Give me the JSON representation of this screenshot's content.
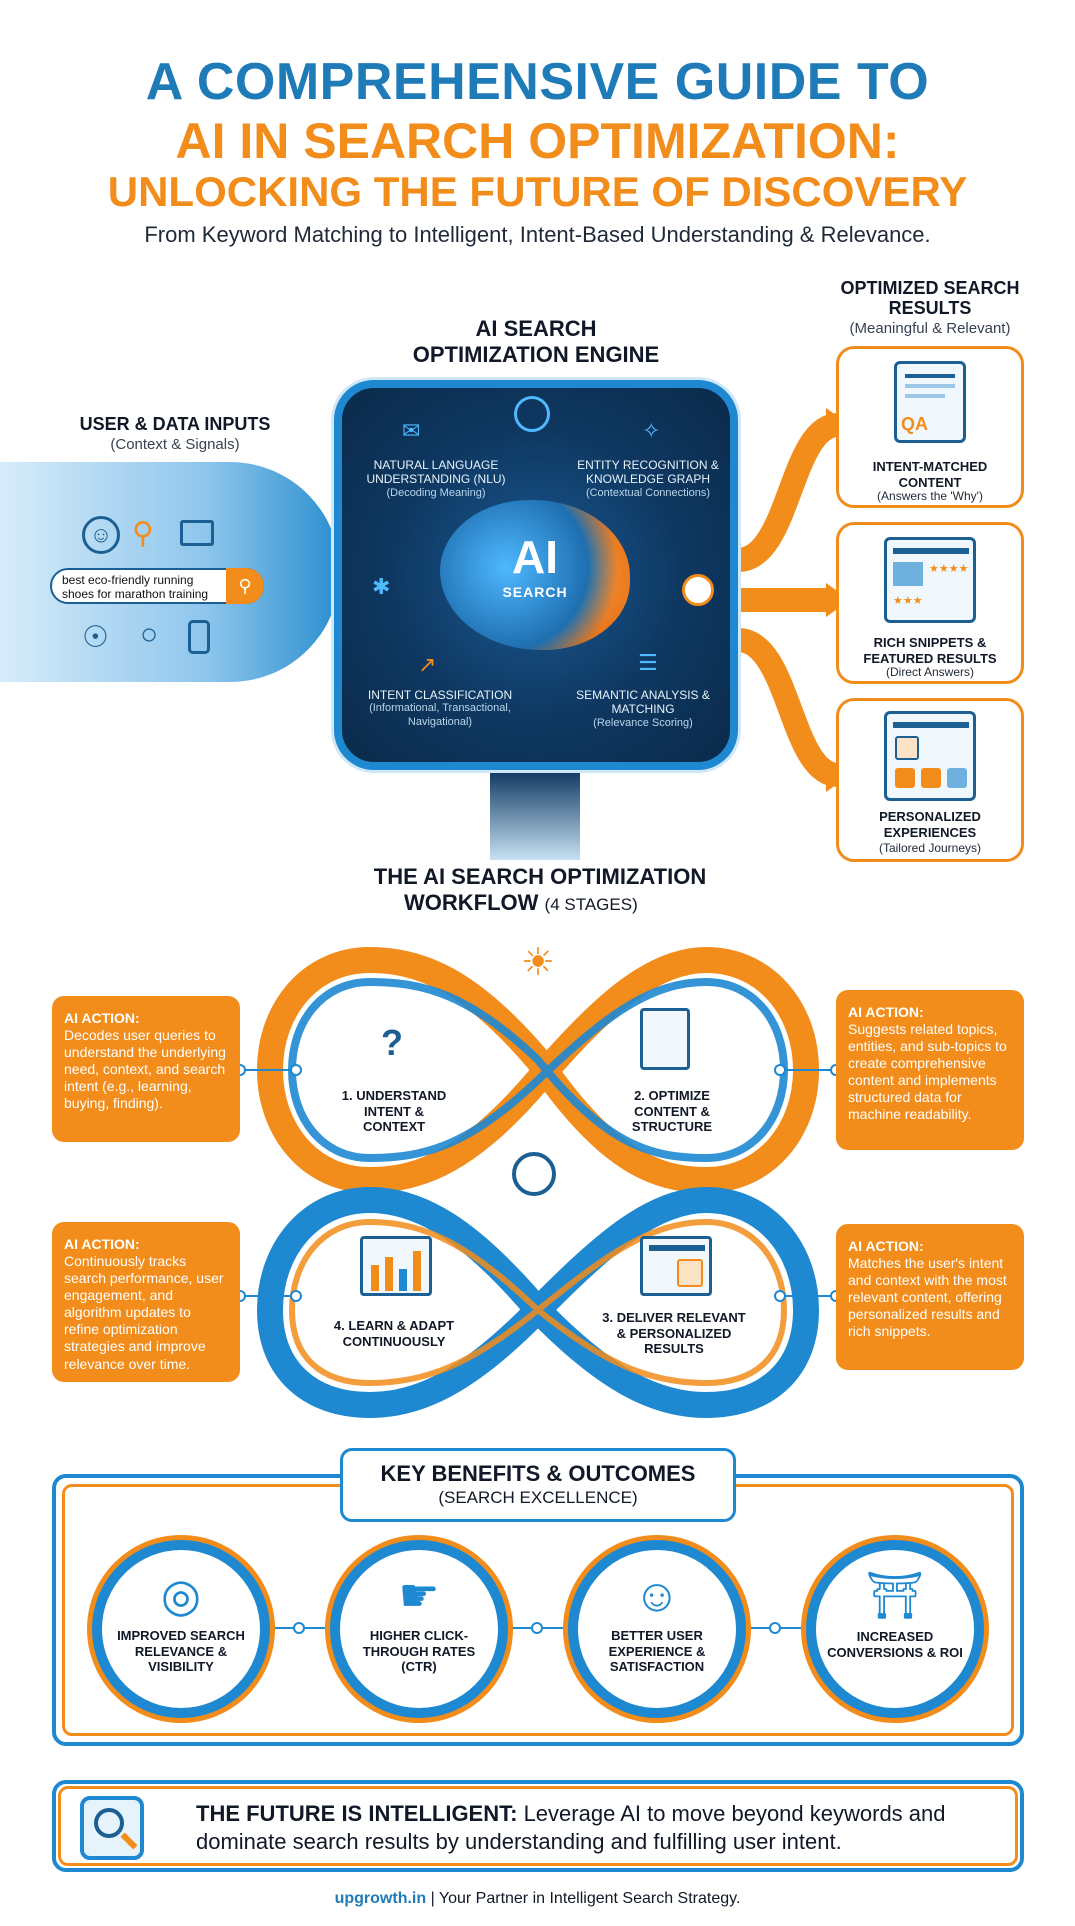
{
  "header": {
    "title_line1": "A COMPREHENSIVE GUIDE TO",
    "title_line2": "AI IN SEARCH OPTIMIZATION:",
    "title_line3": "UNLOCKING THE FUTURE OF DISCOVERY",
    "subtitle": "From Keyword Matching to Intelligent, Intent-Based Understanding & Relevance."
  },
  "inputs": {
    "title": "USER & DATA INPUTS",
    "subtitle": "(Context & Signals)",
    "search_query": "best eco-friendly running shoes for marathon training"
  },
  "engine": {
    "title_line1": "AI SEARCH",
    "title_line2": "OPTIMIZATION ENGINE",
    "ai_label": "AI",
    "ai_sub": "SEARCH",
    "nlu_title": "NATURAL LANGUAGE UNDERSTANDING (NLU)",
    "nlu_sub": "(Decoding Meaning)",
    "entity_title": "ENTITY RECOGNITION & KNOWLEDGE GRAPH",
    "entity_sub": "(Contextual Connections)",
    "intent_title": "INTENT CLASSIFICATION",
    "intent_sub": "(Informational, Transactional, Navigational)",
    "semantic_title": "SEMANTIC ANALYSIS & MATCHING",
    "semantic_sub": "(Relevance Scoring)"
  },
  "outputs": {
    "title_line1": "OPTIMIZED SEARCH",
    "title_line2": "RESULTS",
    "subtitle": "(Meaningful & Relevant)",
    "cards": [
      {
        "title": "INTENT-MATCHED CONTENT",
        "sub": "(Answers the 'Why')",
        "qa": "QA"
      },
      {
        "title": "RICH SNIPPETS & FEATURED RESULTS",
        "sub": "(Direct Answers)"
      },
      {
        "title": "PERSONALIZED EXPERIENCES",
        "sub": "(Tailored Journeys)"
      }
    ]
  },
  "workflow": {
    "title_line1": "THE AI SEARCH OPTIMIZATION",
    "title_line2": "WORKFLOW",
    "title_note": "(4 STAGES)",
    "stages": [
      {
        "label": "1. UNDERSTAND INTENT & CONTEXT",
        "action_head": "AI ACTION:",
        "action": "Decodes user queries to understand the underlying need, context, and search intent (e.g., learning, buying, finding)."
      },
      {
        "label": "2. OPTIMIZE CONTENT & STRUCTURE",
        "action_head": "AI ACTION:",
        "action": "Suggests related topics, entities, and sub-topics to create comprehensive content and implements structured data for machine readability."
      },
      {
        "label": "3. DELIVER RELEVANT & PERSONALIZED RESULTS",
        "action_head": "AI ACTION:",
        "action": "Matches the user's intent and context with the most relevant content, offering personalized results and rich snippets."
      },
      {
        "label": "4. LEARN & ADAPT CONTINUOUSLY",
        "action_head": "AI ACTION:",
        "action": "Continuously tracks search performance, user engagement, and algorithm updates to refine optimization strategies and improve relevance over time."
      }
    ]
  },
  "benefits": {
    "title": "KEY BENEFITS & OUTCOMES",
    "subtitle": "(SEARCH EXCELLENCE)",
    "items": [
      {
        "label": "IMPROVED SEARCH RELEVANCE & VISIBILITY",
        "icon": "target-icon"
      },
      {
        "label": "HIGHER CLICK-THROUGH RATES (CTR)",
        "icon": "click-icon"
      },
      {
        "label": "BETTER USER EXPERIENCE & SATISFACTION",
        "icon": "user-heart-icon"
      },
      {
        "label": "INCREASED CONVERSIONS & ROI",
        "icon": "cart-icon"
      }
    ]
  },
  "future": {
    "lead": "THE FUTURE IS INTELLIGENT:",
    "text": " Leverage AI to move beyond keywords and dominate search results by understanding and fulfilling user intent."
  },
  "footer": {
    "brand": "upgrowth.in",
    "separator": " | ",
    "tagline": "Your Partner in Intelligent Search Strategy."
  },
  "colors": {
    "blue": "#1e88d1",
    "orange": "#f28c1b",
    "navy": "#0e3760"
  }
}
